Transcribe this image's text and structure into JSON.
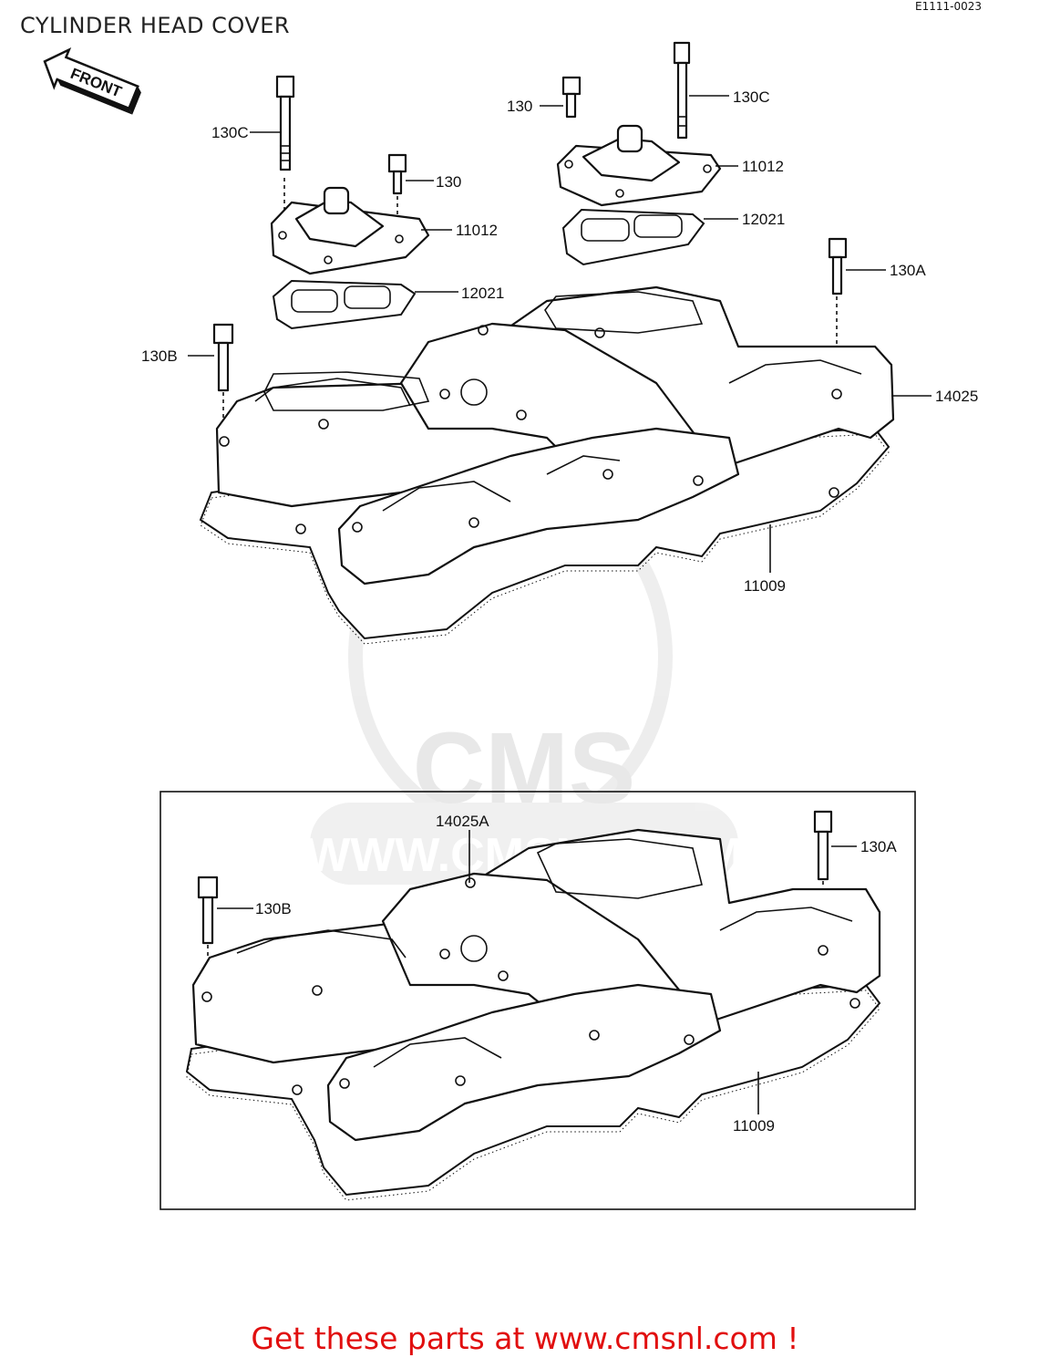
{
  "header": {
    "title": "CYLINDER HEAD COVER",
    "diagram_code": "E1111-0023"
  },
  "front_arrow": {
    "label": "FRONT",
    "icon": "front-arrow-icon"
  },
  "watermark": {
    "logo_text": "CMS",
    "url_text": "WWW.CMSNL.COM"
  },
  "upper_assembly": {
    "labels": {
      "p130c_left": "130C",
      "p130_left": "130",
      "p11012_left": "11012",
      "p12021_left": "12021",
      "p130_right": "130",
      "p130c_right": "130C",
      "p11012_right": "11012",
      "p12021_right": "12021",
      "p130a": "130A",
      "p130b": "130B",
      "p14025": "14025",
      "p11009": "11009"
    }
  },
  "lower_assembly": {
    "labels": {
      "p14025a": "14025A",
      "p130a": "130A",
      "p130b": "130B",
      "p11009": "11009"
    }
  },
  "footer": {
    "text": "Get these parts at www.cmsnl.com !",
    "color": "#e10f0f"
  }
}
